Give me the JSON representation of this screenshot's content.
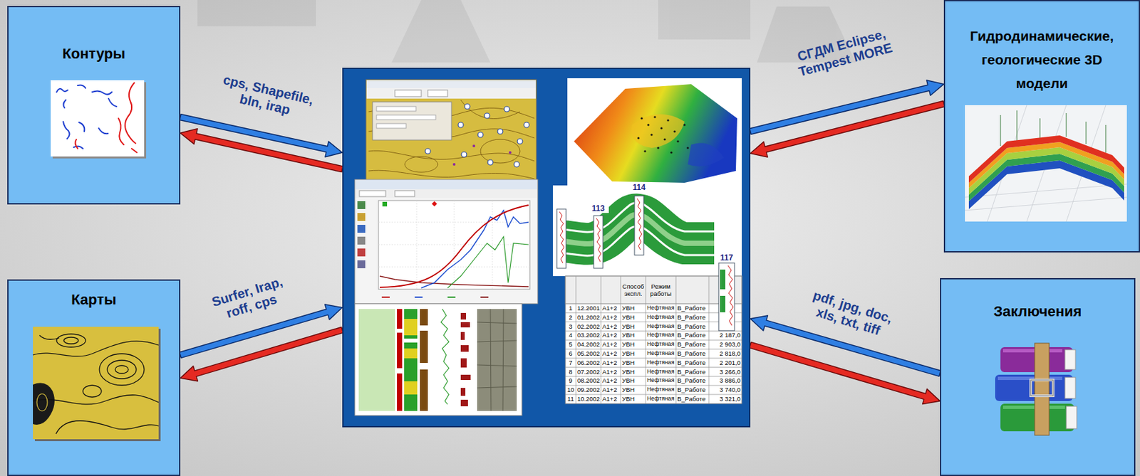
{
  "diagram": {
    "nodes": [
      {
        "text": [
          "Контуры"
        ]
      },
      {
        "text": [
          "Карты"
        ]
      },
      {
        "text": []
      },
      {
        "text": [
          "Гидродинамические, геологические 3D модели"
        ]
      },
      {
        "text": [
          "Заключения"
        ]
      }
    ],
    "edges": [
      {
        "from": 0,
        "to": 2,
        "label": "cps, Shapefile, bln, irap",
        "arrow": "to"
      },
      {
        "from": 2,
        "to": 0,
        "arrow": "to"
      },
      {
        "from": 1,
        "to": 2,
        "label": "Surfer, Irap, roff, cps",
        "arrow": "to"
      },
      {
        "from": 2,
        "to": 1,
        "arrow": "to"
      },
      {
        "from": 2,
        "to": 3,
        "label": "СГДМ Eclipse, Tempest MORE",
        "arrow": "to"
      },
      {
        "from": 3,
        "to": 2,
        "arrow": "to"
      },
      {
        "from": 4,
        "to": 2,
        "label": "pdf, jpg, doc, xls, txt, tiff",
        "arrow": "to"
      },
      {
        "from": 2,
        "to": 4,
        "arrow": "to"
      }
    ],
    "labels": [
      "113",
      "114",
      "117",
      "Способ экспл.",
      "Режим работы",
      "1",
      "12.2001",
      "А1+2",
      "УВН",
      "Нефтяная",
      "В_Работе",
      "2",
      "01.2002",
      "А1+2",
      "УВН",
      "Нефтяная",
      "В_Работе",
      "3",
      "02.2002",
      "А1+2",
      "УВН",
      "Нефтяная",
      "В_Работе",
      "4",
      "03.2002",
      "А1+2",
      "УВН",
      "Нефтяная",
      "В_Работе",
      "2 187,0",
      "5",
      "04.2002",
      "А1+2",
      "УВН",
      "Нефтяная",
      "В_Работе",
      "2 903,0",
      "6",
      "05.2002",
      "А1+2",
      "УВН",
      "Нефтяная",
      "В_Работе",
      "2 818,0",
      "7",
      "06.2002",
      "А1+2",
      "УВН",
      "Нефтяная",
      "В_Работе",
      "2 201,0",
      "8",
      "07.2002",
      "А1+2",
      "УВН",
      "Нефтяная",
      "В_Работе",
      "3 266,0",
      "9",
      "08.2002",
      "А1+2",
      "УВН",
      "Нефтяная",
      "В_Работе",
      "3 886,0",
      "10",
      "09.2002",
      "А1+2",
      "УВН",
      "Нефтяная",
      "В_Работе",
      "3 740,0",
      "11",
      "10.2002",
      "А1+2",
      "УВН",
      "Нефтяная",
      "В_Работе",
      "3 321,0"
    ]
  }
}
